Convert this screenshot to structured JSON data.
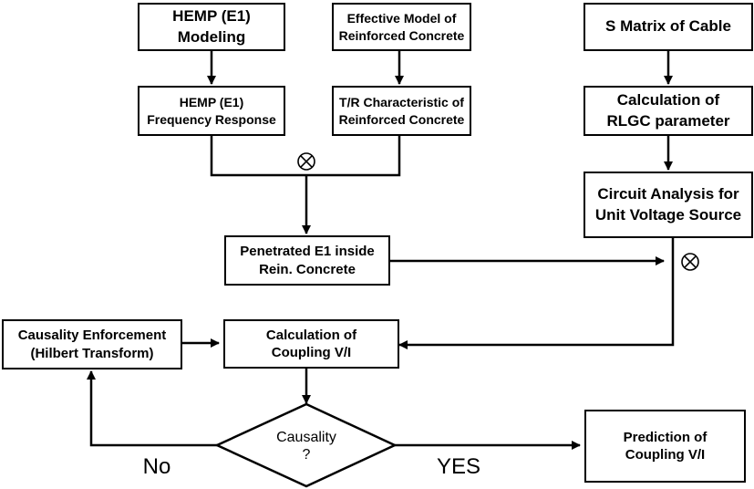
{
  "diagram": {
    "nodes": {
      "hemp_modeling": "HEMP (E1)\nModeling",
      "effective_model": "Effective Model of\nReinforced Concrete",
      "s_matrix": "S Matrix of Cable",
      "hemp_freq_response": "HEMP (E1)\nFrequency Response",
      "tr_characteristic": "T/R Characteristic of\nReinforced Concrete",
      "rlgc": "Calculation of\nRLGC parameter",
      "circuit_analysis": "Circuit Analysis for\nUnit Voltage Source",
      "penetrated_e1": "Penetrated E1 inside\nRein. Concrete",
      "causality_enforcement": "Causality Enforcement\n(Hilbert Transform)",
      "coupling_calc": "Calculation of\nCoupling V/I",
      "causality_decision": "Causality\n?",
      "prediction": "Prediction of\nCoupling V/I"
    },
    "edge_labels": {
      "no": "No",
      "yes": "YES"
    },
    "operator_symbol": "⊗"
  }
}
